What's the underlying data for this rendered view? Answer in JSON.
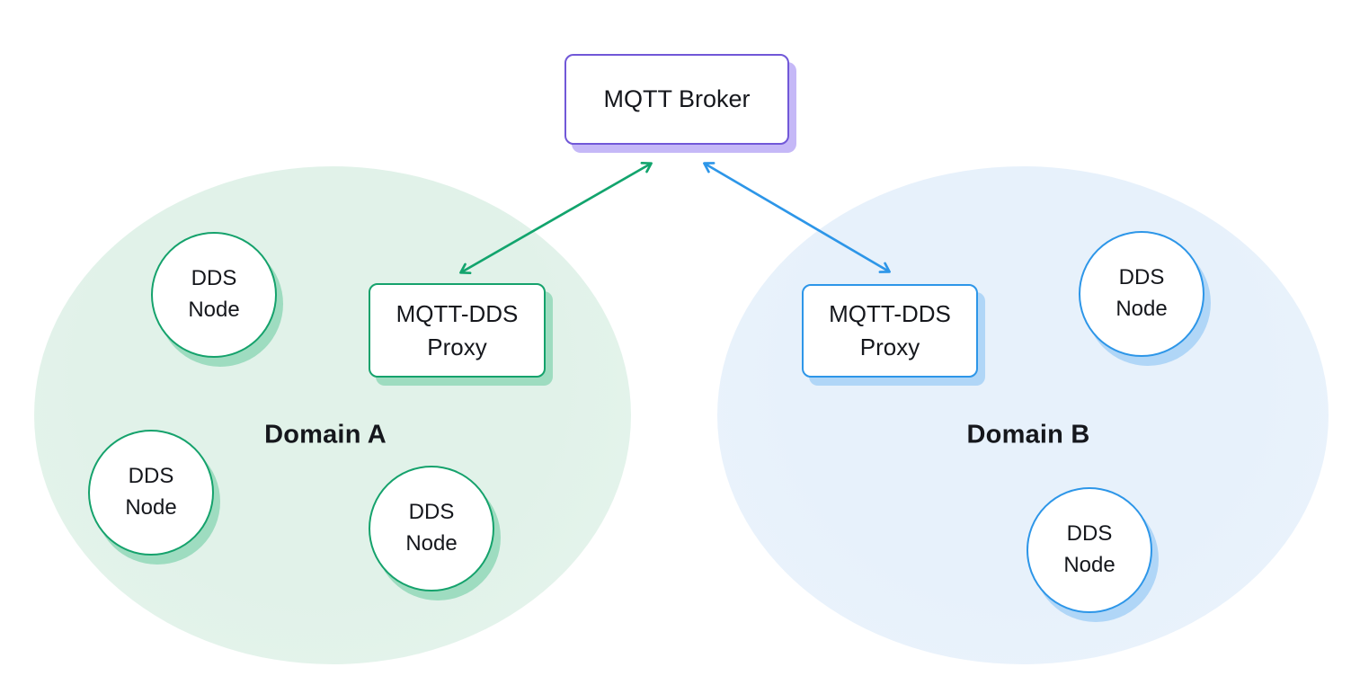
{
  "broker": {
    "label": "MQTT Broker",
    "border_color": "#7158d8",
    "shadow_color": "#c5b8f7"
  },
  "arrows": [
    {
      "name": "broker-to-domain-a-proxy",
      "color": "#12a46d",
      "style": "double-headed"
    },
    {
      "name": "broker-to-domain-b-proxy",
      "color": "#2d96e8",
      "style": "double-headed"
    }
  ],
  "domains": [
    {
      "label": "Domain A",
      "accent_color": "#15a26c",
      "fill_color": "#e4f3ec",
      "shadow_color": "#9edcc0",
      "proxy": {
        "label": "MQTT-DDS Proxy"
      },
      "nodes": [
        {
          "label": "DDS Node"
        },
        {
          "label": "DDS Node"
        },
        {
          "label": "DDS Node"
        }
      ]
    },
    {
      "label": "Domain B",
      "accent_color": "#2d96e8",
      "fill_color": "#e8f1fb",
      "shadow_color": "#b0d6f7",
      "proxy": {
        "label": "MQTT-DDS Proxy"
      },
      "nodes": [
        {
          "label": "DDS Node"
        },
        {
          "label": "DDS Node"
        }
      ]
    }
  ]
}
